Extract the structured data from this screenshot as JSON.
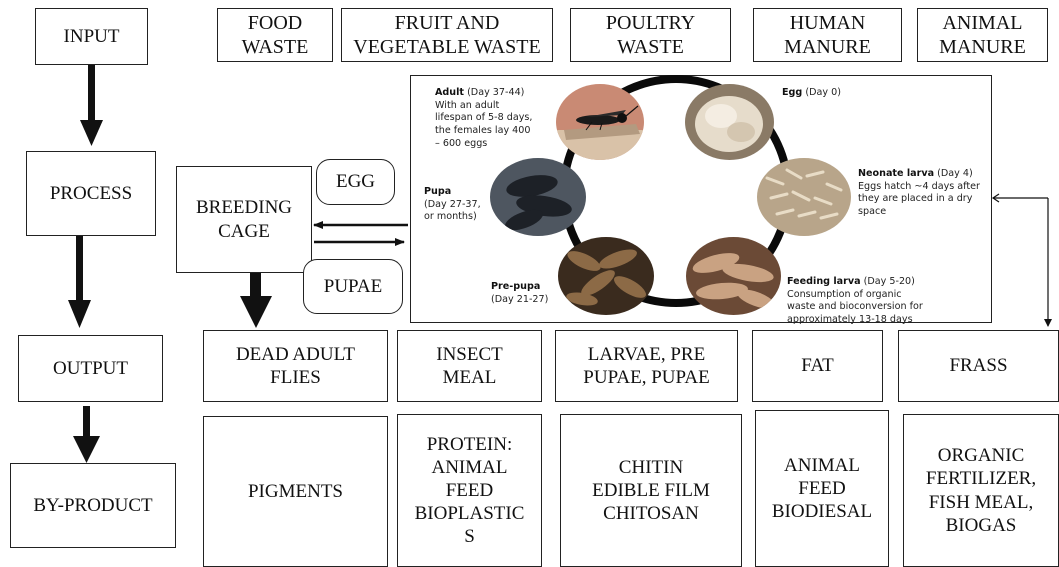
{
  "rows": {
    "input": "INPUT",
    "process": "PROCESS",
    "output": "OUTPUT",
    "byproduct": "BY-PRODUCT"
  },
  "inputs": [
    "FOOD\nWASTE",
    "FRUIT AND\nVEGETABLE WASTE",
    "POULTRY\nWASTE",
    "HUMAN\nMANURE",
    "ANIMAL\nMANURE"
  ],
  "process": {
    "breeding_cage": "BREEDING\nCAGE",
    "egg": "EGG",
    "pupae": "PUPAE"
  },
  "lifecycle": {
    "adult": {
      "title": "Adult",
      "day": "(Day 37-44)",
      "desc": "With an adult\nlifespan of 5-8 days,\nthe females lay 400\n– 600 eggs"
    },
    "egg": {
      "title": "Egg",
      "day": "(Day 0)"
    },
    "neonate": {
      "title": "Neonate larva",
      "day": "(Day 4)",
      "desc": "Eggs hatch ~4 days after\nthey are placed in a dry\nspace"
    },
    "feeding": {
      "title": "Feeding larva",
      "day": "(Day 5-20)",
      "desc": "Consumption of organic\nwaste and bioconversion for\napproximately 13-18 days"
    },
    "prepupa": {
      "title": "Pre-pupa",
      "day": "(Day 21-27)"
    },
    "pupa": {
      "title": "Pupa",
      "day": "(Day 27-37,\nor months)"
    }
  },
  "outputs": [
    "DEAD ADULT\nFLIES",
    "INSECT\nMEAL",
    "LARVAE, PRE\nPUPAE, PUPAE",
    "FAT",
    "FRASS"
  ],
  "byproducts": [
    "PIGMENTS",
    "PROTEIN:\nANIMAL\nFEED\nBIOPLASTIC\nS",
    "CHITIN\nEDIBLE FILM\nCHITOSAN",
    "ANIMAL\nFEED\nBIODIESAL",
    "ORGANIC\nFERTILIZER,\nFISH MEAL,\nBIOGAS"
  ],
  "colors": {
    "line": "#111111",
    "ring": "#0a0a0a"
  }
}
